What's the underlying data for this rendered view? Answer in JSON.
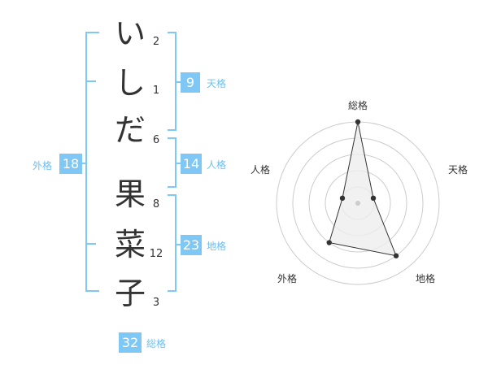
{
  "name": {
    "surname": [
      {
        "char": "い",
        "strokes": "2"
      },
      {
        "char": "し",
        "strokes": "1"
      },
      {
        "char": "だ",
        "strokes": "6"
      }
    ],
    "given": [
      {
        "char": "果",
        "strokes": "8"
      },
      {
        "char": "菜",
        "strokes": "12"
      },
      {
        "char": "子",
        "strokes": "3"
      }
    ]
  },
  "kaku": {
    "tenkaku": {
      "value": "9",
      "label": "天格"
    },
    "jinkaku": {
      "value": "14",
      "label": "人格"
    },
    "chikaku": {
      "value": "23",
      "label": "地格"
    },
    "gaikaku": {
      "value": "18",
      "label": "外格"
    },
    "soukaku": {
      "value": "32",
      "label": "総格"
    }
  },
  "radar": {
    "labels": {
      "top": "総格",
      "right": "天格",
      "bottom_right": "地格",
      "bottom_left": "外格",
      "left": "人格"
    },
    "scores": {
      "soukaku": 1.0,
      "tenkaku": 0.2,
      "chikaku": 0.8,
      "gaikaku": 0.6,
      "jinkaku": 0.2
    },
    "rings": 5,
    "colors": {
      "ring": "#cccccc",
      "fill": "#eeeeee",
      "line": "#333333",
      "center": "#cccccc"
    }
  },
  "colors": {
    "accent": "#7fc8f5",
    "accent_text": "#6cc0f2",
    "bracket": "#7fc8f5"
  }
}
